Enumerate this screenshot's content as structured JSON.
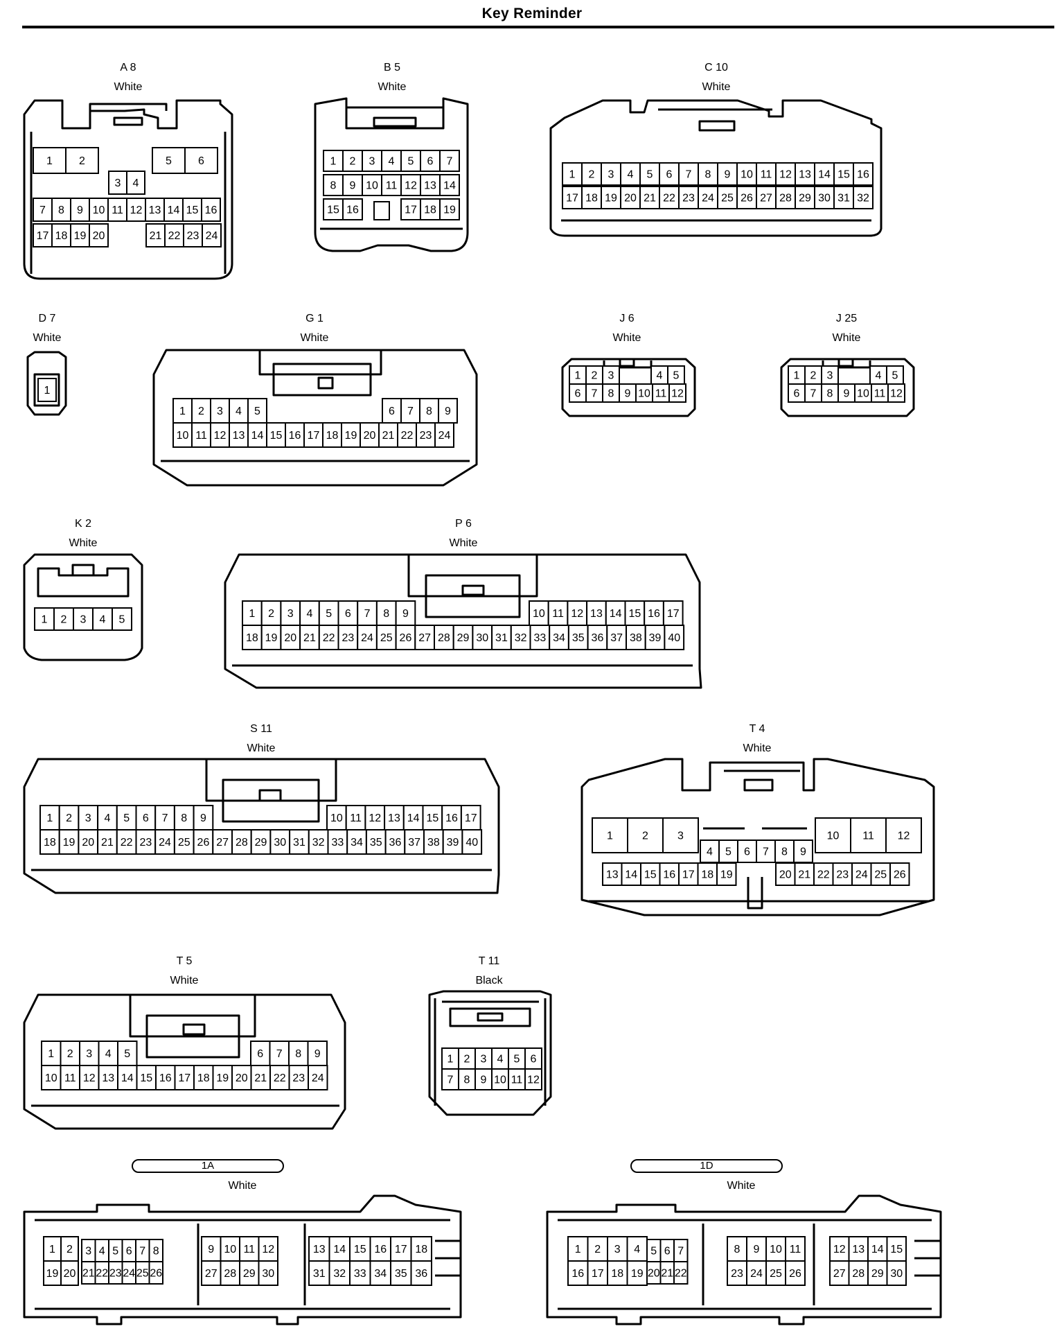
{
  "page": {
    "title": "Key Reminder"
  },
  "connectors": [
    {
      "id": "a8",
      "code": "A 8",
      "color": "White",
      "groups": [
        [
          "1",
          "2",
          "5",
          "6"
        ],
        [
          "3",
          "4"
        ],
        [
          "7",
          "8",
          "9",
          "10",
          "11",
          "12",
          "13",
          "14",
          "15",
          "16"
        ],
        [
          "17",
          "18",
          "19",
          "20",
          "21",
          "22",
          "23",
          "24"
        ]
      ]
    },
    {
      "id": "b5",
      "code": "B 5",
      "color": "White",
      "groups": [
        [
          "1",
          "2",
          "3",
          "4",
          "5",
          "6",
          "7"
        ],
        [
          "8",
          "9",
          "10",
          "11",
          "12",
          "13",
          "14"
        ],
        [
          "15",
          "16",
          "17",
          "18",
          "19"
        ]
      ]
    },
    {
      "id": "c10",
      "code": "C 10",
      "color": "White",
      "groups": [
        [
          "1",
          "2",
          "3",
          "4",
          "5",
          "6",
          "7",
          "8",
          "9",
          "10",
          "11",
          "12",
          "13",
          "14",
          "15",
          "16"
        ],
        [
          "17",
          "18",
          "19",
          "20",
          "21",
          "22",
          "23",
          "24",
          "25",
          "26",
          "27",
          "28",
          "29",
          "30",
          "31",
          "32"
        ]
      ]
    },
    {
      "id": "d7",
      "code": "D 7",
      "color": "White",
      "groups": [
        [
          "1"
        ]
      ]
    },
    {
      "id": "g1",
      "code": "G 1",
      "color": "White",
      "groups": [
        [
          "1",
          "2",
          "3",
          "4",
          "5",
          "6",
          "7",
          "8",
          "9"
        ],
        [
          "10",
          "11",
          "12",
          "13",
          "14",
          "15",
          "16",
          "17",
          "18",
          "19",
          "20",
          "21",
          "22",
          "23",
          "24"
        ]
      ]
    },
    {
      "id": "j6",
      "code": "J 6",
      "color": "White",
      "groups": [
        [
          "1",
          "2",
          "3",
          "4",
          "5"
        ],
        [
          "6",
          "7",
          "8",
          "9",
          "10",
          "11",
          "12"
        ]
      ]
    },
    {
      "id": "j25",
      "code": "J 25",
      "color": "White",
      "groups": [
        [
          "1",
          "2",
          "3",
          "4",
          "5"
        ],
        [
          "6",
          "7",
          "8",
          "9",
          "10",
          "11",
          "12"
        ]
      ]
    },
    {
      "id": "k2",
      "code": "K 2",
      "color": "White",
      "groups": [
        [
          "1",
          "2",
          "3",
          "4",
          "5"
        ]
      ]
    },
    {
      "id": "p6",
      "code": "P 6",
      "color": "White",
      "groups": [
        [
          "1",
          "2",
          "3",
          "4",
          "5",
          "6",
          "7",
          "8",
          "9",
          "10",
          "11",
          "12",
          "13",
          "14",
          "15",
          "16",
          "17"
        ],
        [
          "18",
          "19",
          "20",
          "21",
          "22",
          "23",
          "24",
          "25",
          "26",
          "27",
          "28",
          "29",
          "30",
          "31",
          "32",
          "33",
          "34",
          "35",
          "36",
          "37",
          "38",
          "39",
          "40"
        ]
      ]
    },
    {
      "id": "s11",
      "code": "S 11",
      "color": "White",
      "groups": [
        [
          "1",
          "2",
          "3",
          "4",
          "5",
          "6",
          "7",
          "8",
          "9",
          "10",
          "11",
          "12",
          "13",
          "14",
          "15",
          "16",
          "17"
        ],
        [
          "18",
          "19",
          "20",
          "21",
          "22",
          "23",
          "24",
          "25",
          "26",
          "27",
          "28",
          "29",
          "30",
          "31",
          "32",
          "33",
          "34",
          "35",
          "36",
          "37",
          "38",
          "39",
          "40"
        ]
      ]
    },
    {
      "id": "t4",
      "code": "T 4",
      "color": "White",
      "groups": [
        [
          "1",
          "2",
          "3",
          "10",
          "11",
          "12"
        ],
        [
          "4",
          "5",
          "6",
          "7",
          "8",
          "9"
        ],
        [
          "13",
          "14",
          "15",
          "16",
          "17",
          "18",
          "19",
          "20",
          "21",
          "22",
          "23",
          "24",
          "25",
          "26"
        ]
      ]
    },
    {
      "id": "t5",
      "code": "T 5",
      "color": "White",
      "groups": [
        [
          "1",
          "2",
          "3",
          "4",
          "5",
          "6",
          "7",
          "8",
          "9"
        ],
        [
          "10",
          "11",
          "12",
          "13",
          "14",
          "15",
          "16",
          "17",
          "18",
          "19",
          "20",
          "21",
          "22",
          "23",
          "24"
        ]
      ]
    },
    {
      "id": "t11",
      "code": "T 11",
      "color": "Black",
      "groups": [
        [
          "1",
          "2",
          "3",
          "4",
          "5",
          "6"
        ],
        [
          "7",
          "8",
          "9",
          "10",
          "11",
          "12"
        ]
      ]
    },
    {
      "id": "c1a",
      "code": "1A",
      "color": "White",
      "oval": true,
      "groups": [
        [
          "1",
          "2",
          "3",
          "4",
          "5",
          "6",
          "7",
          "8",
          "9",
          "10",
          "11",
          "12",
          "13",
          "14",
          "15",
          "16",
          "17",
          "18"
        ],
        [
          "19",
          "20",
          "21",
          "22",
          "23",
          "24",
          "25",
          "26",
          "27",
          "28",
          "29",
          "30",
          "31",
          "32",
          "33",
          "34",
          "35",
          "36"
        ]
      ]
    },
    {
      "id": "c1d",
      "code": "1D",
      "color": "White",
      "oval": true,
      "groups": [
        [
          "1",
          "2",
          "3",
          "4",
          "5",
          "6",
          "7",
          "8",
          "9",
          "10",
          "11",
          "12",
          "13",
          "14",
          "15"
        ],
        [
          "16",
          "17",
          "18",
          "19",
          "20",
          "21",
          "22",
          "23",
          "24",
          "25",
          "26",
          "27",
          "28",
          "29",
          "30"
        ]
      ]
    }
  ]
}
